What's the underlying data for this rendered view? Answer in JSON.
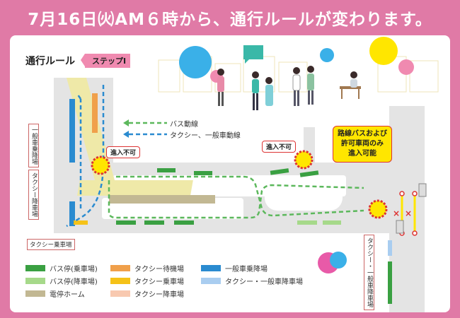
{
  "header": {
    "text": "7月16日㈫AM６時から、通行ルールが変わります。"
  },
  "map": {
    "title": "通行ルール",
    "step_badge": "ステップⅠ",
    "route_legend": [
      {
        "label": "バス動線",
        "color": "#5cb85c"
      },
      {
        "label": "タクシー、一般車動線",
        "color": "#2a8bd0"
      }
    ],
    "no_entry_labels": [
      "進入不可",
      "進入不可"
    ],
    "route_notice": [
      "路線バスおよび",
      "許可車両のみ",
      "進入可能"
    ],
    "left_labels": [
      "一般車乗降場",
      "タクシー降車場"
    ],
    "bottom_left_tag": "タクシー乗車場",
    "right_label": "タクシー・一般車降車場"
  },
  "legend": [
    {
      "label": "バス停(乗車場)",
      "color": "#3aa042"
    },
    {
      "label": "タクシー待機場",
      "color": "#f0a04b"
    },
    {
      "label": "一般車乗降場",
      "color": "#2a8bd0"
    },
    {
      "label": "バス停(降車場)",
      "color": "#a6d98a"
    },
    {
      "label": "タクシー乗車場",
      "color": "#f5c218"
    },
    {
      "label": "タクシー・一般車降車場",
      "color": "#a9cdf0"
    },
    {
      "label": "電停ホーム",
      "color": "#c2b893"
    },
    {
      "label": "タクシー降車場",
      "color": "#f8c9b0"
    }
  ]
}
